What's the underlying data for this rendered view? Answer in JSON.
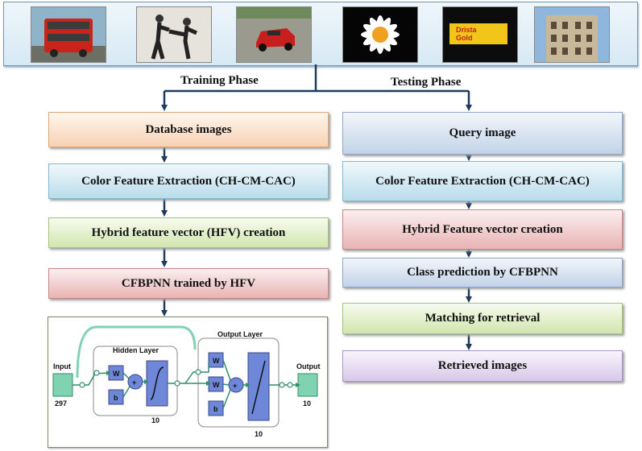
{
  "phases": {
    "training": "Training Phase",
    "testing": "Testing Phase"
  },
  "thumbnails": [
    "red double-decker bus",
    "martial arts kick",
    "red race car",
    "white daisy flower",
    "yellow product box",
    "building facade"
  ],
  "thumbnail_box_text": [
    "Drista",
    "Gold"
  ],
  "training_steps": [
    "Database images",
    "Color Feature Extraction (CH-CM-CAC)",
    "Hybrid feature vector (HFV) creation",
    "CFBPNN trained by HFV"
  ],
  "testing_steps": [
    "Query image",
    "Color Feature Extraction (CH-CM-CAC)",
    "Hybrid Feature vector creation",
    "Class prediction by CFBPNN",
    "Matching for retrieval",
    "Retrieved images"
  ],
  "network": {
    "input_label": "Input",
    "input_size": "297",
    "hidden_title": "Hidden Layer",
    "hidden_size": "10",
    "output_title": "Output Layer",
    "output_size": "10",
    "output_label": "Output",
    "output_value": "10",
    "weight_label": "W",
    "bias_label": "b",
    "sum_symbol": "+"
  }
}
